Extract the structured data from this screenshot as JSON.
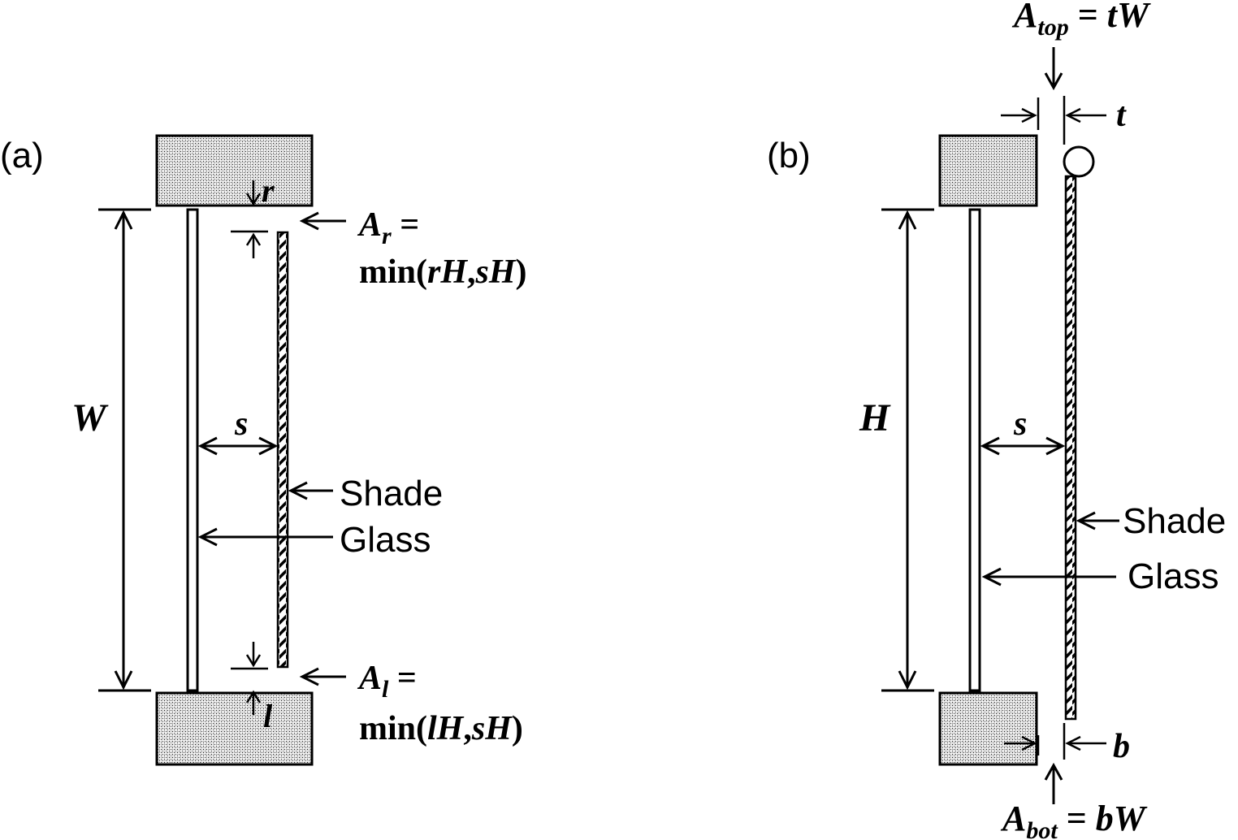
{
  "panel_a": {
    "label": "(a)",
    "dim_height": "W",
    "dim_gap": "s",
    "dim_top": "r",
    "dim_bottom": "l",
    "area_right": {
      "symbol": "A",
      "subscript": "r",
      "equals": " =",
      "min_prefix": "min(",
      "var1": "rH",
      "comma": ",",
      "var2": "sH",
      "min_suffix": ")"
    },
    "area_left": {
      "symbol": "A",
      "subscript": "l",
      "equals": " =",
      "min_prefix": "min(",
      "var1": "lH",
      "comma": ",",
      "var2": "sH",
      "min_suffix": ")"
    },
    "shade_label": "Shade",
    "glass_label": "Glass"
  },
  "panel_b": {
    "label": "(b)",
    "dim_height": "H",
    "dim_gap": "s",
    "dim_top": "t",
    "dim_bottom": "b",
    "area_top": {
      "symbol": "A",
      "subscript": "top",
      "equals": " = ",
      "value": "tW"
    },
    "area_bottom": {
      "symbol": "A",
      "subscript": "bot",
      "equals": " = ",
      "value": "bW"
    },
    "shade_label": "Shade",
    "glass_label": "Glass"
  },
  "colors": {
    "line": "#000000",
    "background": "#ffffff",
    "frame_fill": "stippled grey"
  }
}
